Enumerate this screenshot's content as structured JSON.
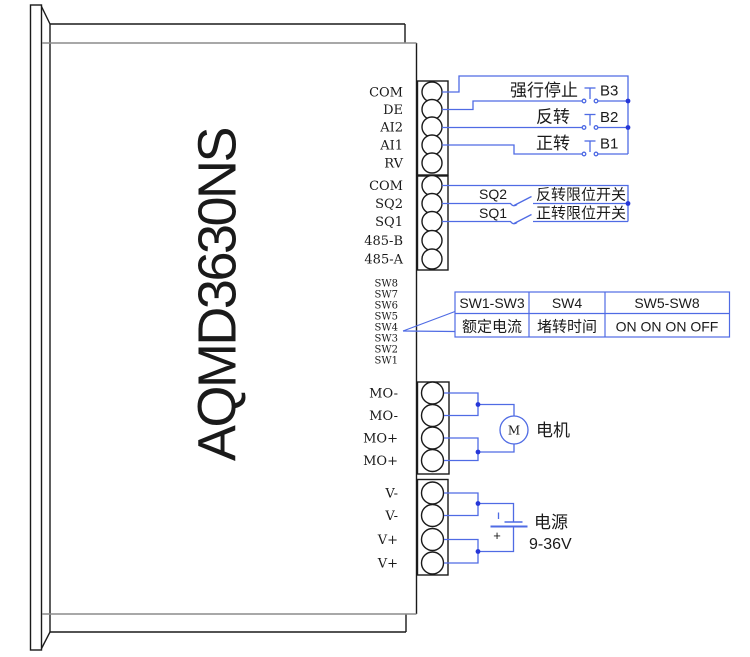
{
  "device": {
    "model": "AQMD3630NS"
  },
  "terminal_blocks": {
    "signal1": {
      "labels": [
        "COM",
        "DE",
        "AI2",
        "AI1",
        "RV"
      ]
    },
    "signal2": {
      "labels": [
        "COM",
        "SQ2",
        "SQ1",
        "485-B",
        "485-A"
      ]
    },
    "dip_switches": {
      "labels": [
        "SW8",
        "SW7",
        "SW6",
        "SW5",
        "SW4",
        "SW3",
        "SW2",
        "SW1"
      ]
    },
    "motor_out": {
      "labels": [
        "MO-",
        "MO-",
        "MO+",
        "MO+"
      ]
    },
    "power_in": {
      "labels": [
        "V-",
        "V-",
        "V+",
        "V+"
      ]
    }
  },
  "push_buttons": [
    {
      "function": "强行停止",
      "name": "B3"
    },
    {
      "function": "反转",
      "name": "B2"
    },
    {
      "function": "正转",
      "name": "B1"
    }
  ],
  "limit_switches": [
    {
      "name": "SQ2",
      "function": "反转限位开关"
    },
    {
      "name": "SQ1",
      "function": "正转限位开关"
    }
  ],
  "dip_table": {
    "headers": [
      "SW1-SW3",
      "SW4",
      "SW5-SW8"
    ],
    "values": [
      "额定电流",
      "堵转时间",
      "ON ON ON OFF"
    ]
  },
  "motor": {
    "symbol": "M",
    "label": "电机"
  },
  "power_supply": {
    "label": "电源",
    "range": "9-36V",
    "plus_marker": "+"
  },
  "colors": {
    "wire_blue": "#4f6be4",
    "junction_blue": "#2637d8",
    "outline_black": "#1a1a1a",
    "edge_gray": "#8c8c8c"
  }
}
